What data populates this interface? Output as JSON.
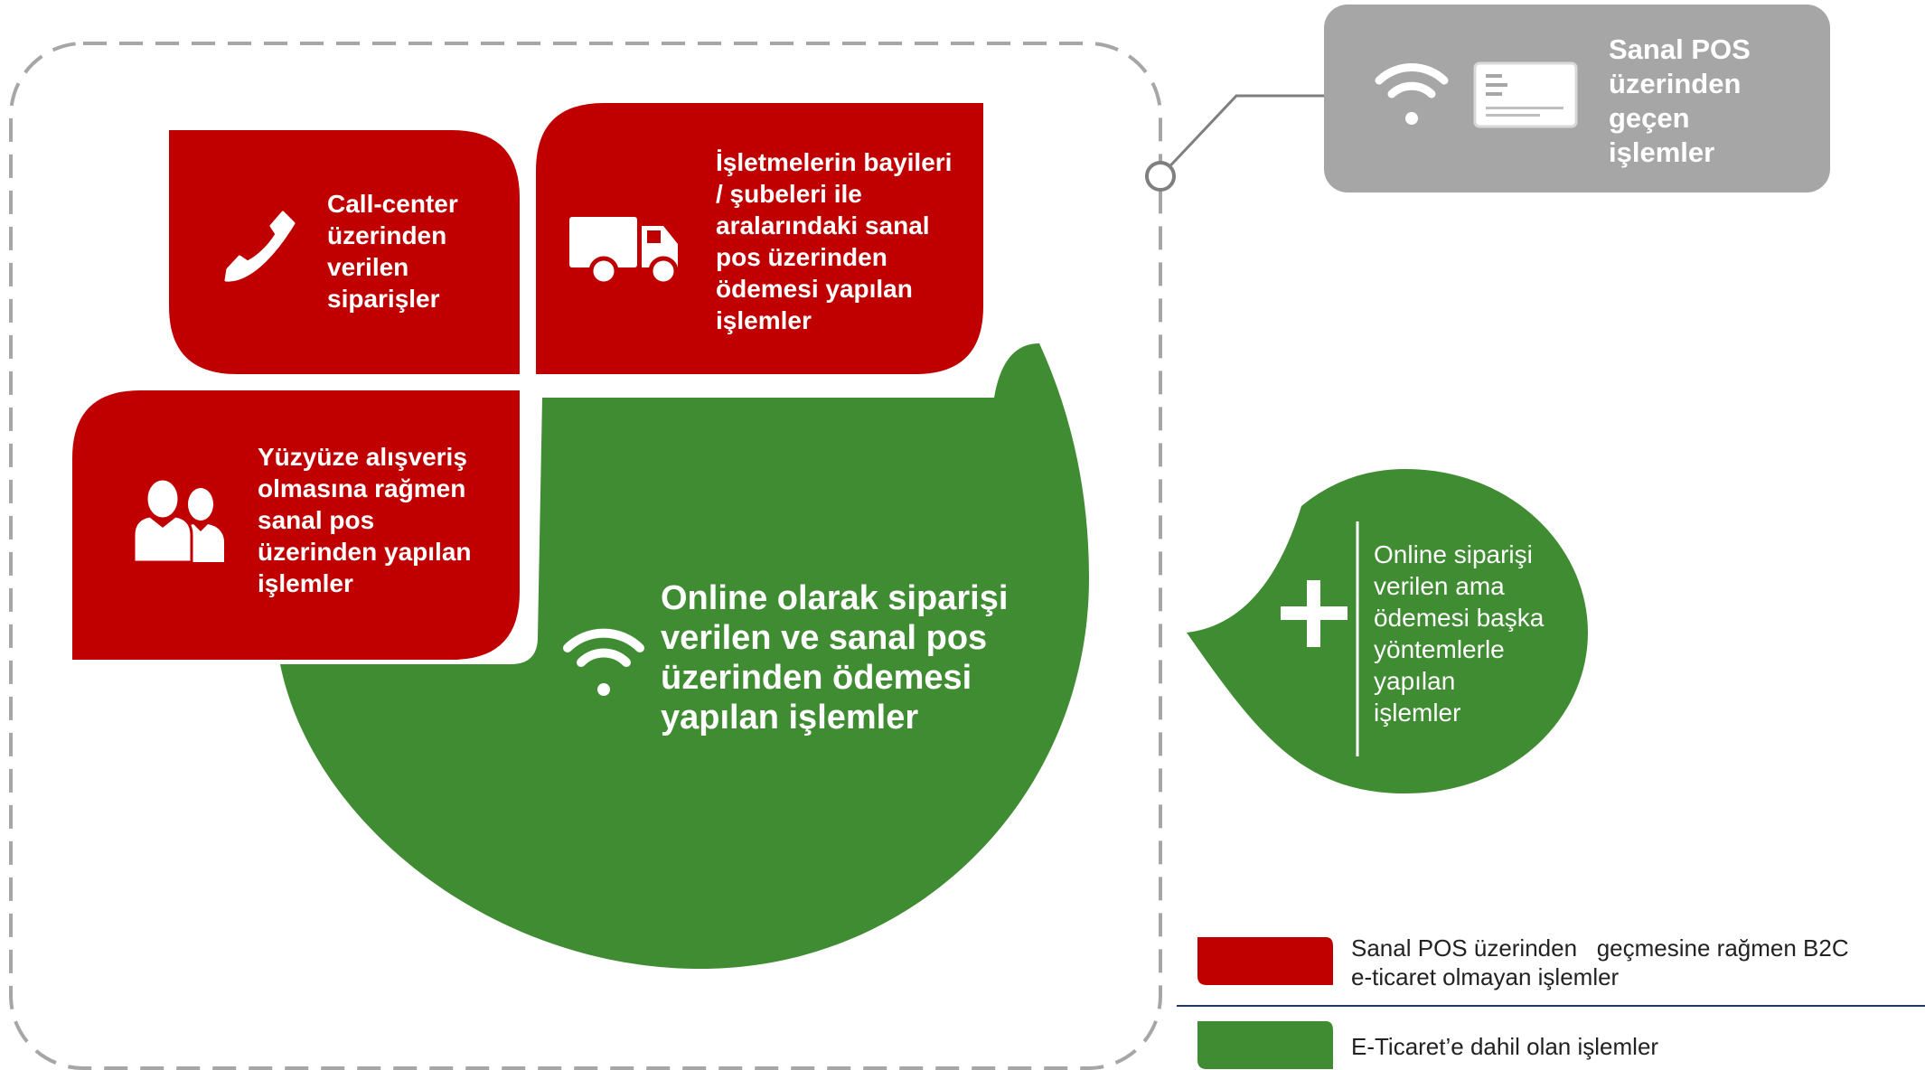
{
  "colors": {
    "red": "#c00000",
    "green": "#3f8c32",
    "gray": "#a6a6a6",
    "dashed_border": "#a6a6a6",
    "connector": "#7f7f7f",
    "divider": "#1f3864"
  },
  "cards": {
    "call_center": {
      "icon": "phone-icon",
      "lines": [
        "Call-center",
        "üzerinden",
        "verilen",
        "siparişler"
      ]
    },
    "dealers": {
      "icon": "truck-icon",
      "lines": [
        "İşletmelerin bayileri",
        "/ şubeleri ile",
        "aralarındaki sanal",
        "pos üzerinden",
        "ödemesi yapılan",
        "işlemler"
      ]
    },
    "face_to_face": {
      "icon": "users-icon",
      "lines": [
        "Yüzyüze alışveriş",
        "olmasına rağmen",
        "sanal pos",
        "üzerinden yapılan",
        "işlemler"
      ]
    }
  },
  "main": {
    "icon": "wifi-icon",
    "lines": [
      "Online olarak siparişi",
      "verilen ve sanal pos",
      "üzerinden ödemesi",
      "yapılan işlemler"
    ]
  },
  "pos_box": {
    "icons": [
      "wifi-icon",
      "card-terminal-icon"
    ],
    "lines": [
      "Sanal POS",
      "üzerinden",
      "geçen",
      "işlemler"
    ]
  },
  "bubble": {
    "icon": "plus-icon",
    "lines": [
      "Online siparişi",
      "verilen ama",
      "ödemesi başka",
      "yöntemlerle",
      "yapılan",
      "işlemler"
    ]
  },
  "legend": {
    "red_lines": [
      "Sanal POS üzerinden   geçmesine rağmen B2C",
      "e-ticaret olmayan işlemler"
    ],
    "green_label": "E-Ticaret’e dahil olan işlemler"
  }
}
